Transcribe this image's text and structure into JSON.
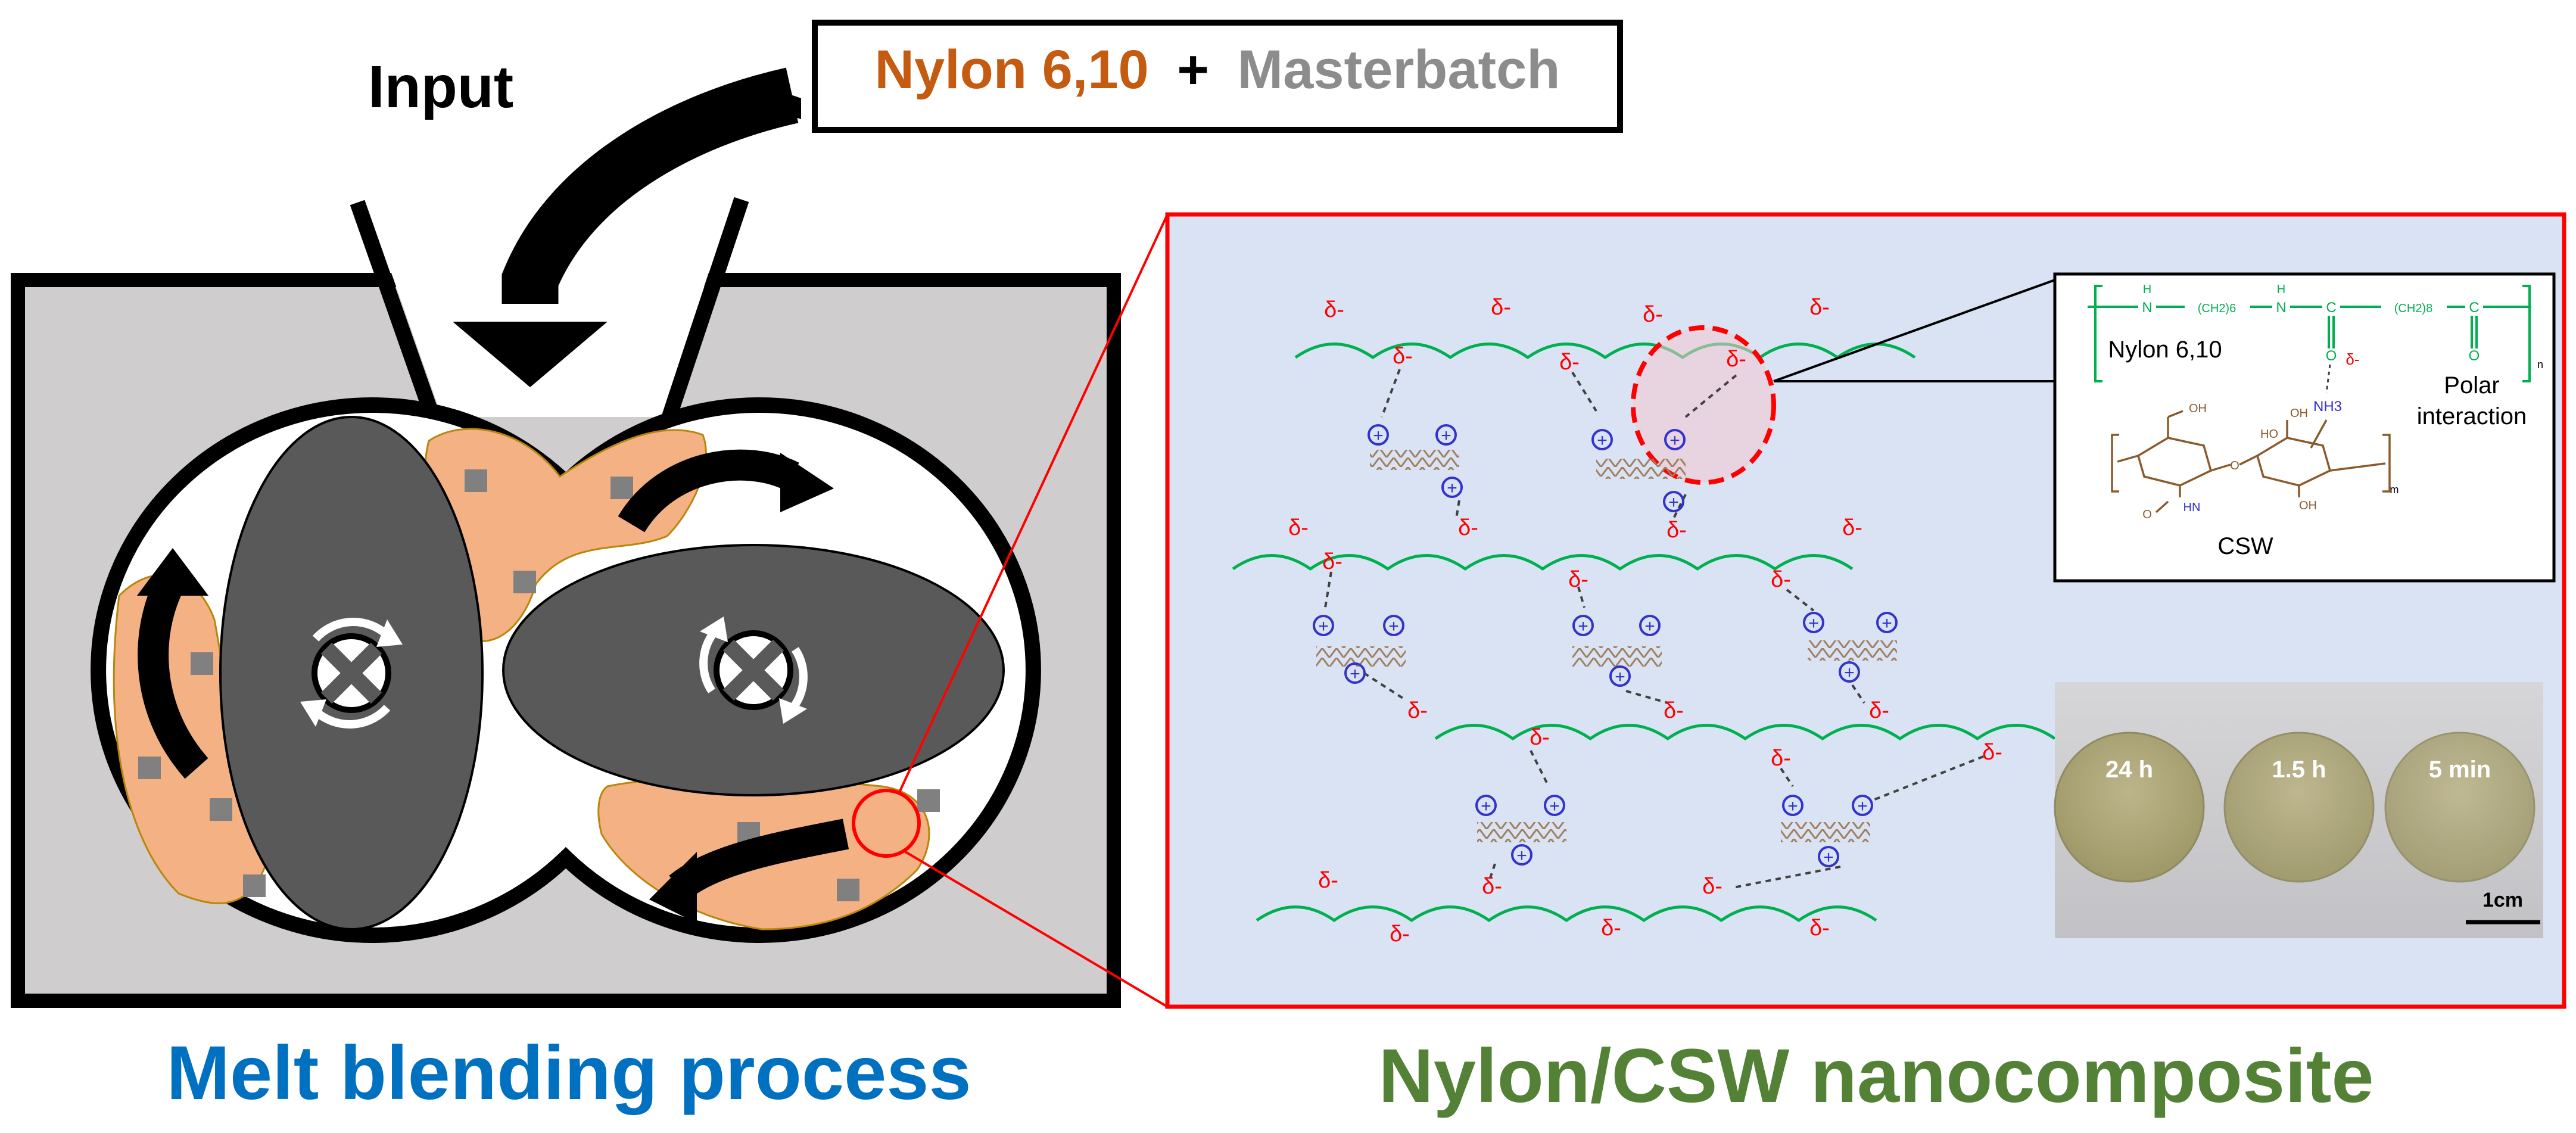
{
  "input_label": "Input",
  "feed": {
    "part1": "Nylon 6,10",
    "plus": "+",
    "part2": "Masterbatch"
  },
  "captions": {
    "left": "Melt blending process",
    "right": "Nylon/CSW nanocomposite"
  },
  "inset": {
    "nylon_label": "Nylon 6,10",
    "csw_label": "CSW",
    "interaction_line1": "Polar",
    "interaction_line2": "interaction",
    "repeat_n": "n",
    "repeat_m": "m",
    "fragments": {
      "nh": "N",
      "h": "H",
      "c": "C",
      "o": "O",
      "ch2_6": "(CH2)6",
      "ch2_8": "(CH2)8",
      "nh3": "NH3",
      "oh": "OH",
      "hn": "HN",
      "ho": "HO",
      "o_ring": "O"
    }
  },
  "delta_minus": "δ-",
  "plus_sign": "+",
  "photo": {
    "samples": [
      "24 h",
      "1.5 h",
      "5 min"
    ],
    "scale": "1cm"
  },
  "colors": {
    "nylon_orange": "#c55a11",
    "masterbatch_gray": "#8c8c8c",
    "caption_blue": "#0070c0",
    "caption_green": "#538135",
    "polymer_green": "#00b050",
    "delta_red": "#ff0000",
    "charge_blue": "#3333cc",
    "melt_orange": "#f4b183",
    "rotor_gray": "#595959",
    "panel_bg": "#dae3f3"
  }
}
